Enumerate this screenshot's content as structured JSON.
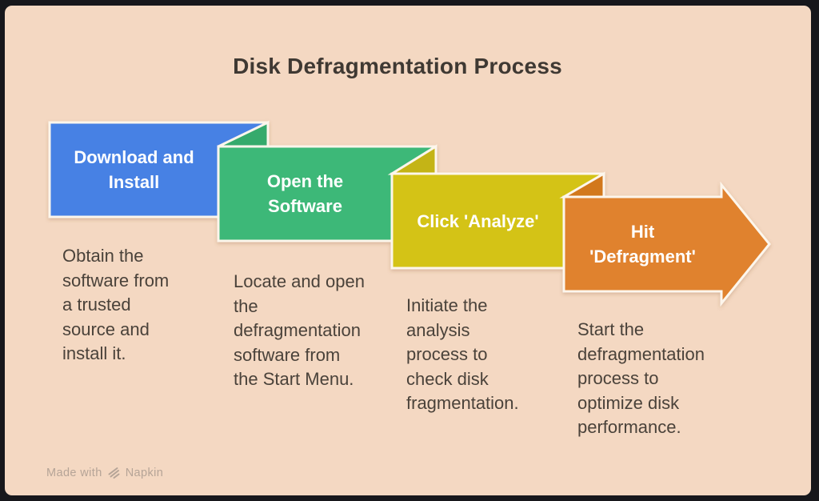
{
  "colors": {
    "frame_bg": "#17171b",
    "canvas_bg": "#f4d8c2",
    "shape_outline": "#fdf6ec",
    "title_text": "#3f3933",
    "description_text": "#4a423a",
    "banner_label_text": "#ffffff",
    "watermark_text": "#b5a497"
  },
  "title": "Disk Defragmentation Process",
  "steps": [
    {
      "label": "Download and Install",
      "label_lines": [
        "Download and",
        "Install"
      ],
      "color": "#4781e4",
      "description": "Obtain the software from a trusted source and install it.",
      "desc_lines": [
        "Obtain the",
        "software from",
        "a trusted",
        "source and",
        "install it."
      ]
    },
    {
      "label": "Open the Software",
      "label_lines": [
        "Open the",
        "Software"
      ],
      "color": "#3cb878",
      "fold_color": "#34aa6c",
      "description": "Locate and open the defragmentation software from the Start Menu.",
      "desc_lines": [
        "Locate and open",
        "the",
        "defragmentation",
        "software from",
        "the Start Menu."
      ]
    },
    {
      "label": "Click 'Analyze'",
      "label_lines": [
        "Click 'Analyze'",
        ""
      ],
      "color": "#d4c319",
      "fold_color": "#c4b414",
      "description": "Initiate the analysis process to check disk fragmentation.",
      "desc_lines": [
        "Initiate the",
        "analysis",
        "process to",
        "check disk",
        "fragmentation."
      ]
    },
    {
      "label": "Hit 'Defragment'",
      "label_lines": [
        "Hit",
        "'Defragment'"
      ],
      "color": "#e0822d",
      "fold_color": "#d2781f",
      "description": "Start the defragmentation process to optimize disk performance.",
      "desc_lines": [
        "Start the",
        "defragmentation",
        "process to",
        "optimize disk",
        "performance."
      ]
    }
  ],
  "watermark": {
    "prefix": "Made with",
    "brand": "Napkin"
  }
}
